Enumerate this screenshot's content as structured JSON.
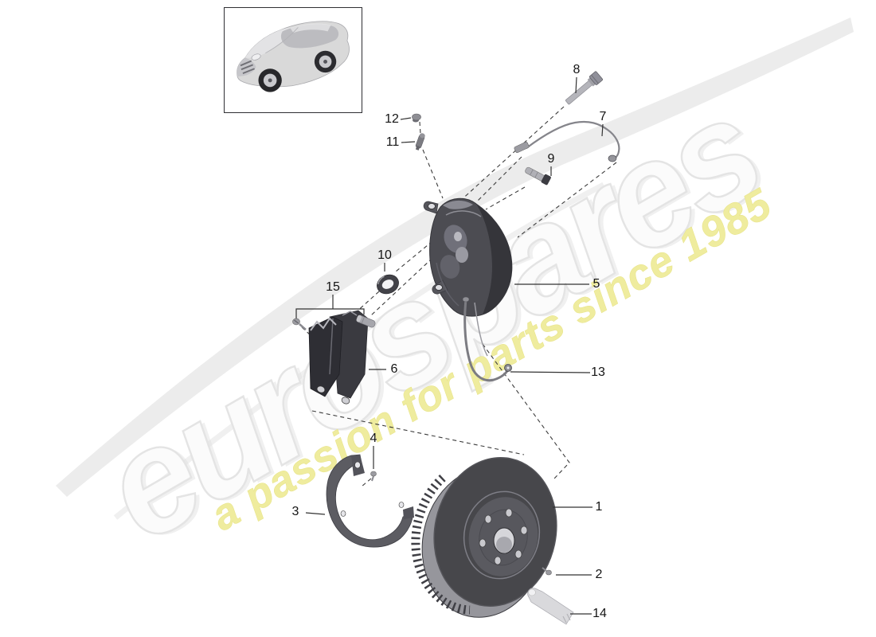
{
  "watermark": {
    "brand": "eurospares",
    "tagline": "a passion for parts since 1985",
    "brand_color": "#f6f6f6",
    "tagline_color": "#efec9e",
    "swoosh_color": "#ececec"
  },
  "colors": {
    "part_dark": "#46464c",
    "part_mid": "#8e8e94",
    "part_light": "#d9d9dc",
    "label_ink": "#141414",
    "leader_line": "#333333"
  },
  "callouts": [
    {
      "label": "1",
      "part": "brake-disc"
    },
    {
      "label": "2",
      "part": "set-screw"
    },
    {
      "label": "3",
      "part": "splash-shield"
    },
    {
      "label": "4",
      "part": "shield-screw"
    },
    {
      "label": "5",
      "part": "brake-caliper"
    },
    {
      "label": "6",
      "part": "brake-pad-set"
    },
    {
      "label": "7",
      "part": "brake-pipe"
    },
    {
      "label": "8",
      "part": "caliper-bolt"
    },
    {
      "label": "9",
      "part": "wear-sensor"
    },
    {
      "label": "10",
      "part": "seal-ring"
    },
    {
      "label": "11",
      "part": "bleeder-valve"
    },
    {
      "label": "12",
      "part": "dust-cap"
    },
    {
      "label": "13",
      "part": "brake-hose"
    },
    {
      "label": "14",
      "part": "grease-tube"
    },
    {
      "label": "15",
      "part": "repair-kit"
    }
  ]
}
